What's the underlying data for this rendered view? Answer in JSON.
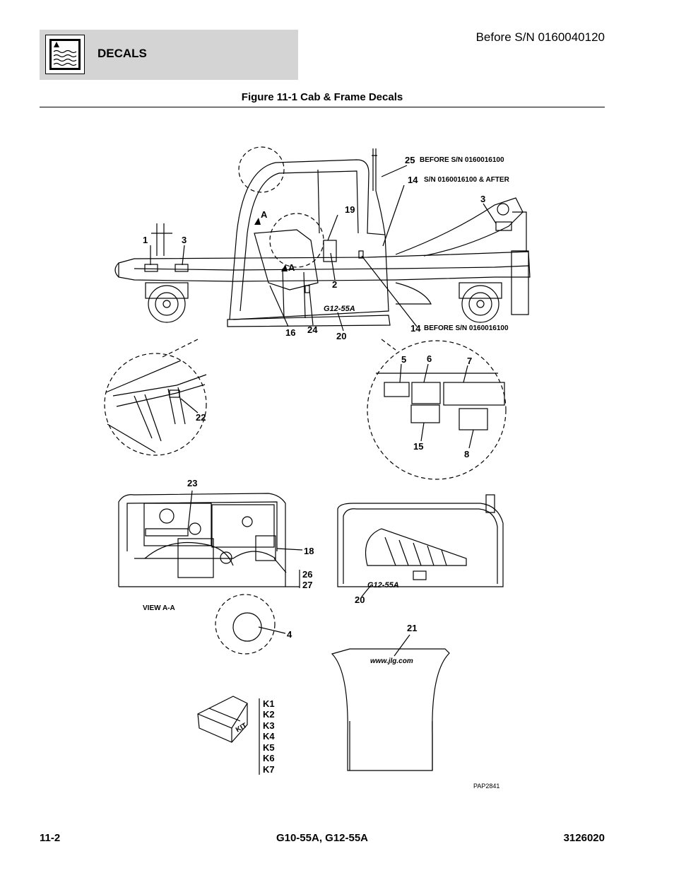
{
  "header": {
    "section_title": "DECALS",
    "serial_note": "Before S/N 0160040120",
    "icon": "decals-manual-icon"
  },
  "figure": {
    "title": "Figure 11-1 Cab & Frame Decals",
    "drawing_id": "PAP2841",
    "view_label_a": "A",
    "view_label": "VIEW A-A",
    "callouts": {
      "c1": "1",
      "c2": "2",
      "c3": "3",
      "c3b": "3",
      "c4": "4",
      "c5": "5",
      "c6": "6",
      "c7": "7",
      "c8": "8",
      "c14a": "14",
      "c14b": "14",
      "c15": "15",
      "c16": "16",
      "c18": "18",
      "c19": "19",
      "c20": "20",
      "c20b": "20",
      "c21": "21",
      "c22": "22",
      "c23": "23",
      "c24": "24",
      "c25": "25",
      "c26": "26",
      "c27": "27"
    },
    "notes": {
      "n25": "BEFORE S/N 0160016100",
      "n14a": "S/N 0160016100 & AFTER",
      "n14b": "BEFORE S/N 0160016100"
    },
    "kit": {
      "box_label": "KIT",
      "items": [
        "K1",
        "K2",
        "K3",
        "K4",
        "K5",
        "K6",
        "K7"
      ]
    },
    "model_decal": "G12-55A",
    "web_decal": "www.jlg.com"
  },
  "footer": {
    "page": "11-2",
    "models": "G10-55A, G12-55A",
    "doc_number": "3126020"
  }
}
